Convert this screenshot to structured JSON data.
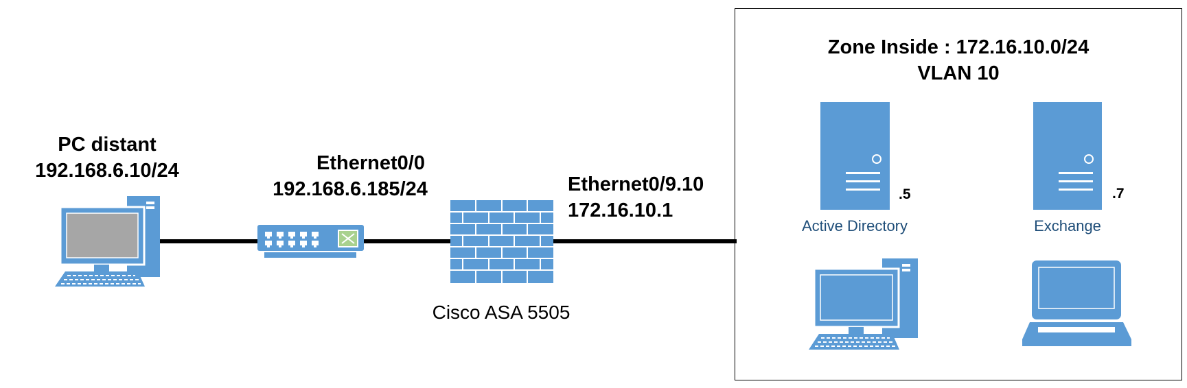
{
  "colors": {
    "device_blue": "#5b9bd5",
    "screen_gray": "#a6a6a6",
    "switch_green": "#a9d18e",
    "link": "#000000",
    "caption_blue": "#1f4e79"
  },
  "remote_pc": {
    "name": "PC distant",
    "ip": "192.168.6.10/24",
    "icon": "desktop-computer-icon"
  },
  "switch": {
    "icon": "network-switch-icon"
  },
  "outside_interface": {
    "name": "Ethernet0/0",
    "ip": "192.168.6.185/24"
  },
  "firewall": {
    "name": "Cisco ASA 5505",
    "icon": "firewall-icon"
  },
  "inside_interface": {
    "name": "Ethernet0/9.10",
    "ip": "172.16.10.1"
  },
  "zone": {
    "title": "Zone Inside : 172.16.10.0/24",
    "vlan": "VLAN 10",
    "servers": [
      {
        "name": "Active Directory",
        "host_suffix": ".5",
        "icon": "server-icon"
      },
      {
        "name": "Exchange",
        "host_suffix": ".7",
        "icon": "server-icon"
      }
    ],
    "clients": [
      {
        "icon": "desktop-computer-icon"
      },
      {
        "icon": "laptop-icon"
      }
    ]
  }
}
